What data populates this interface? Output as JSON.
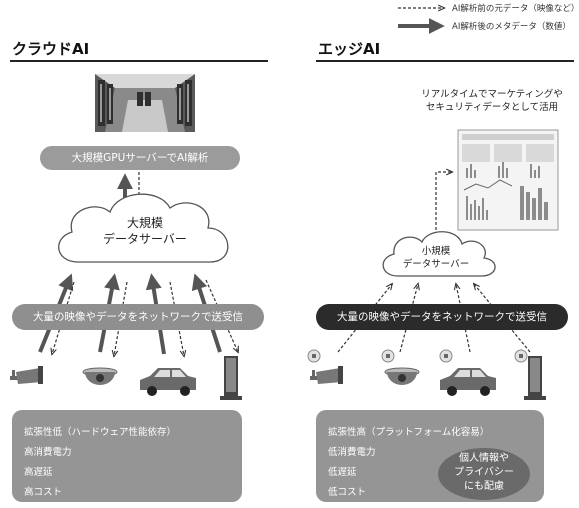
{
  "legend": {
    "items": [
      {
        "label": "AI解析前の元データ（映像など）",
        "style": "dashed"
      },
      {
        "label": "AI解析後のメタデータ（数値）",
        "style": "solid"
      }
    ]
  },
  "cloud": {
    "title": "クラウドAI",
    "top_pill": "大規模GPUサーバーでAI解析",
    "server_line1": "大規模",
    "server_line2": "データサーバー",
    "network_pill": "大量の映像やデータをネットワークで送受信",
    "box_lines": [
      "拡張性低（ハードウェア性能依存）",
      "高消費電力",
      "高遅延",
      "高コスト"
    ]
  },
  "edge": {
    "title": "エッジAI",
    "caption_line1": "リアルタイムでマーケティングや",
    "caption_line2": "セキュリティデータとして活用",
    "server_line1": "小規模",
    "server_line2": "データサーバー",
    "network_pill": "大量の映像やデータをネットワークで送受信",
    "box_lines": [
      "拡張性高（プラットフォーム化容易）",
      "低消費電力",
      "低遅延",
      "低コスト"
    ],
    "privacy_line1": "個人情報や",
    "privacy_line2": "プライバシー",
    "privacy_line3": "にも配慮"
  },
  "devices": [
    "security-camera",
    "dome-camera",
    "car",
    "digital-signage"
  ],
  "colors": {
    "dark": "#2b2b2b",
    "gray": "#959595",
    "light": "#9b9b9b"
  }
}
